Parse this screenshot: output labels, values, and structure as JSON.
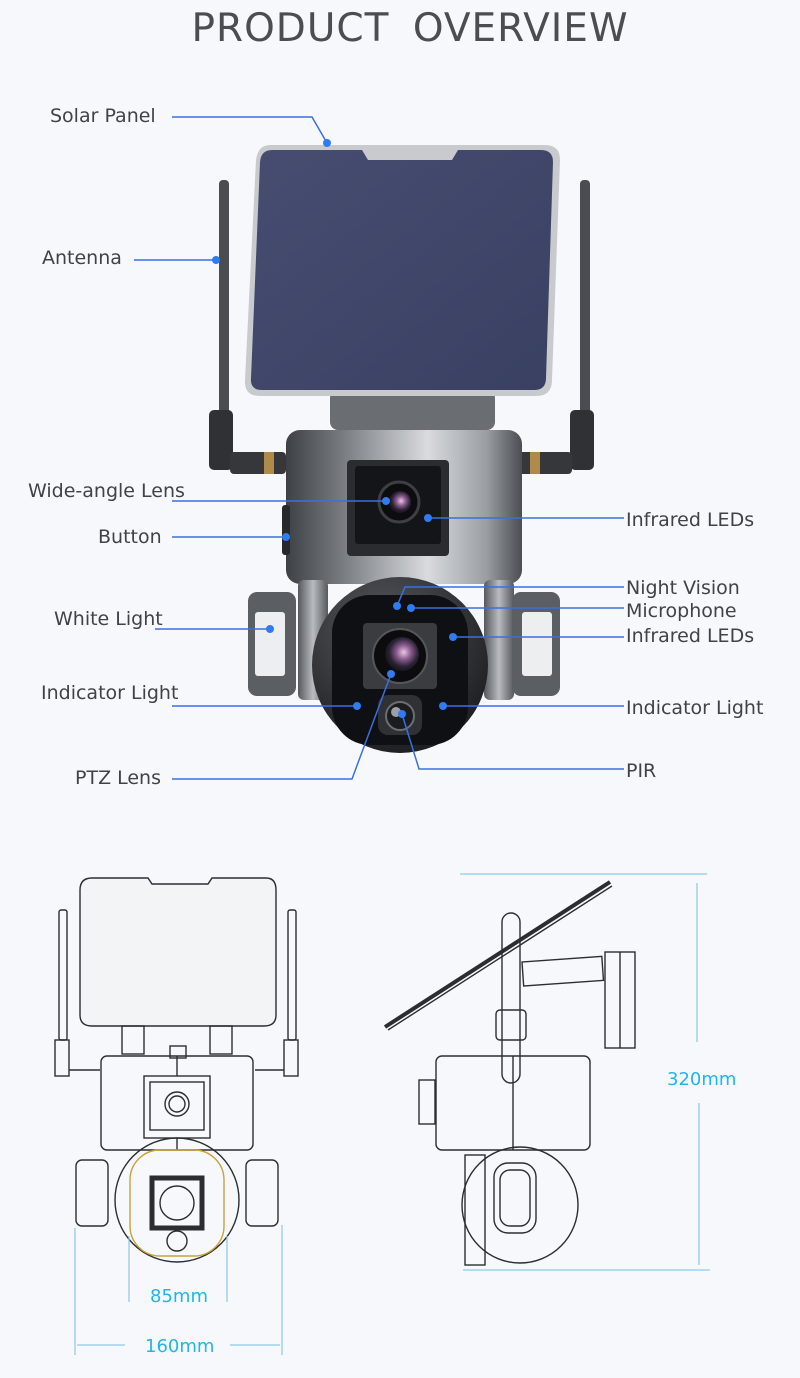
{
  "title": "PRODUCT  OVERVIEW",
  "colors": {
    "background": "#f7f8fc",
    "callout_line": "#3b6fe0",
    "callout_dot": "#2f7bf0",
    "label_text": "#3f4247",
    "dimension_text": "#1fb7e8",
    "dimension_line": "#8fc7ea",
    "solar_panel": "#3e4466",
    "body_metal": "#5f6266"
  },
  "callouts": {
    "left": [
      {
        "label": "Solar Panel",
        "target": "solar-panel"
      },
      {
        "label": "Antenna",
        "target": "antenna"
      },
      {
        "label": "Wide-angle Lens",
        "target": "wide-angle-lens"
      },
      {
        "label": "Button",
        "target": "button"
      },
      {
        "label": "White Light",
        "target": "white-light"
      },
      {
        "label": "Indicator Light",
        "target": "indicator-light-left"
      },
      {
        "label": "PTZ Lens",
        "target": "ptz-lens"
      }
    ],
    "right": [
      {
        "label": "Infrared LEDs",
        "target": "infrared-leds-top"
      },
      {
        "label": "Night Vision",
        "target": "night-vision"
      },
      {
        "label": "Microphone",
        "target": "microphone"
      },
      {
        "label": "Infrared LEDs",
        "target": "infrared-leds-bottom"
      },
      {
        "label": "Indicator Light",
        "target": "indicator-light-right"
      },
      {
        "label": "PIR",
        "target": "pir-sensor"
      }
    ]
  },
  "dimensions": {
    "inner_width": "85mm",
    "total_width": "160mm",
    "height": "320mm"
  }
}
